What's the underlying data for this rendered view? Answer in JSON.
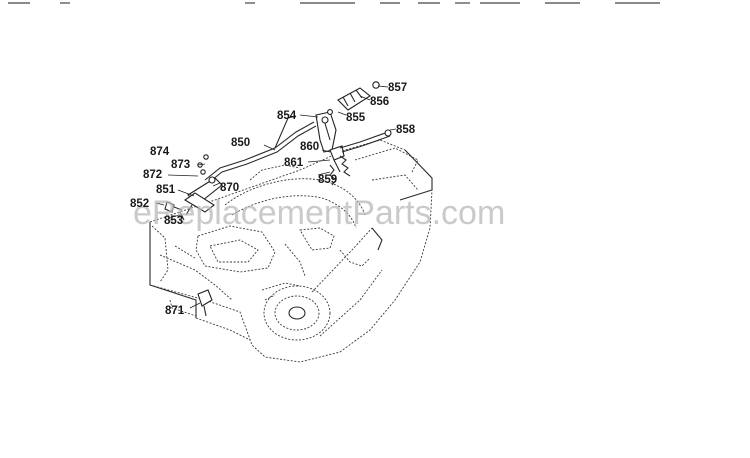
{
  "watermark": "eReplacementParts.com",
  "callouts": [
    {
      "id": "857",
      "text": "857"
    },
    {
      "id": "856",
      "text": "856"
    },
    {
      "id": "854",
      "text": "854"
    },
    {
      "id": "855",
      "text": "855"
    },
    {
      "id": "858",
      "text": "858"
    },
    {
      "id": "850",
      "text": "850"
    },
    {
      "id": "860",
      "text": "860"
    },
    {
      "id": "874",
      "text": "874"
    },
    {
      "id": "861",
      "text": "861"
    },
    {
      "id": "873",
      "text": "873"
    },
    {
      "id": "859",
      "text": "859"
    },
    {
      "id": "872",
      "text": "872"
    },
    {
      "id": "870",
      "text": "870"
    },
    {
      "id": "851",
      "text": "851"
    },
    {
      "id": "852",
      "text": "852"
    },
    {
      "id": "853",
      "text": "853"
    },
    {
      "id": "871",
      "text": "871"
    }
  ]
}
